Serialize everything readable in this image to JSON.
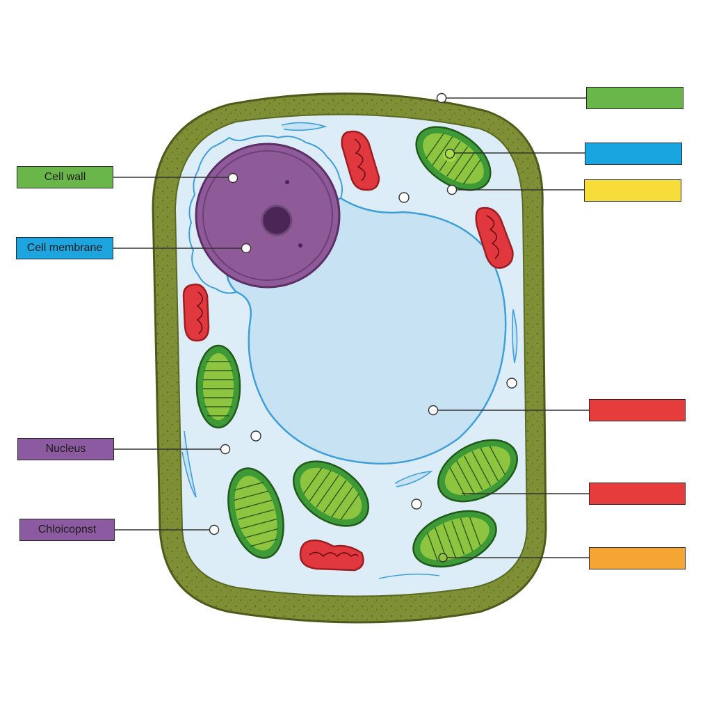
{
  "left_labels": [
    {
      "id": "cell-wall",
      "text": "Cell wall",
      "color": "#6ab64a"
    },
    {
      "id": "cell-membrane",
      "text": "Cell membrane",
      "color": "#1ea5df"
    },
    {
      "id": "nucleus",
      "text": "Nucleus",
      "color": "#8c5aa0"
    },
    {
      "id": "chloroplast",
      "text": "Chloicopnst",
      "color": "#8c5aa0"
    }
  ],
  "right_labels": [
    {
      "id": "blank-1",
      "text": "",
      "color": "#6ab64a"
    },
    {
      "id": "blank-2",
      "text": "",
      "color": "#19a6e0"
    },
    {
      "id": "blank-3",
      "text": "",
      "color": "#f7dc3a"
    },
    {
      "id": "blank-4",
      "text": "",
      "color": "#e63c3c"
    },
    {
      "id": "blank-5",
      "text": "",
      "color": "#e63c3c"
    },
    {
      "id": "blank-6",
      "text": "",
      "color": "#f4a534"
    }
  ],
  "colors": {
    "cell_wall": "#7b8a33",
    "cytoplasm": "#ddedf7",
    "vacuole": "#c7e2f3",
    "membrane_line": "#3e9fd8",
    "nucleus": "#8e5a97",
    "chloroplast_outer": "#3d9a36",
    "chloroplast_inner": "#8dc540",
    "mitochondrion": "#e0383e"
  }
}
